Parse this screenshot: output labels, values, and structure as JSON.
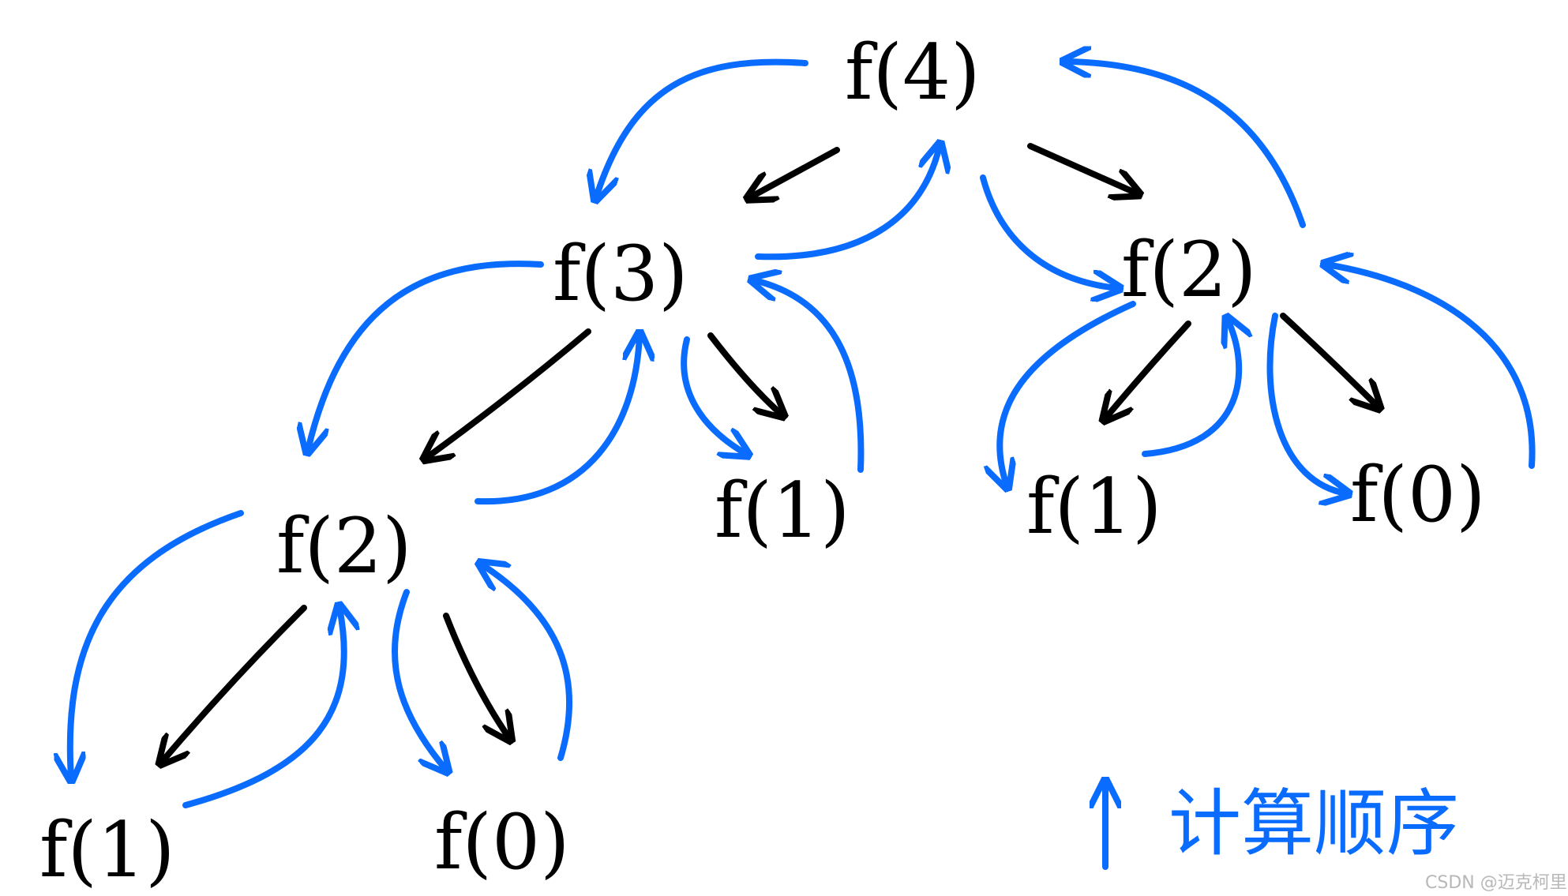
{
  "colors": {
    "call": "#000000",
    "order": "#0a6cff",
    "watermark": "#b8b8b8"
  },
  "nodes": {
    "f4": "f(4)",
    "f3": "f(3)",
    "f2_right": "f(2)",
    "f2_left": "f(2)",
    "f1_mid": "f(1)",
    "f1_right": "f(1)",
    "f0_right": "f(0)",
    "f1_left": "f(1)",
    "f0_left": "f(0)"
  },
  "legend": {
    "label": "计算顺序"
  },
  "watermark": "CSDN @迈克柯里喵"
}
